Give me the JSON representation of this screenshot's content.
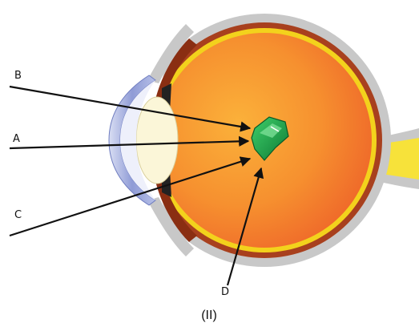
{
  "diagram": {
    "labels": {
      "b": "B",
      "a": "A",
      "c": "C",
      "d": "D"
    },
    "caption": "(II)"
  },
  "colors": {
    "sclera": "#c8c8c8",
    "choroid": "#a8401e",
    "retina": "#f3d21c",
    "vitreous_center": "#fbb13a",
    "vitreous_edge": "#ef6a2c",
    "lens": "#fbf6d8",
    "cornea": "#7e8dcf",
    "iris": "#8a2e12",
    "optic_nerve": "#f7e23a",
    "object": "#1fa84a",
    "arrows": "#111111"
  }
}
